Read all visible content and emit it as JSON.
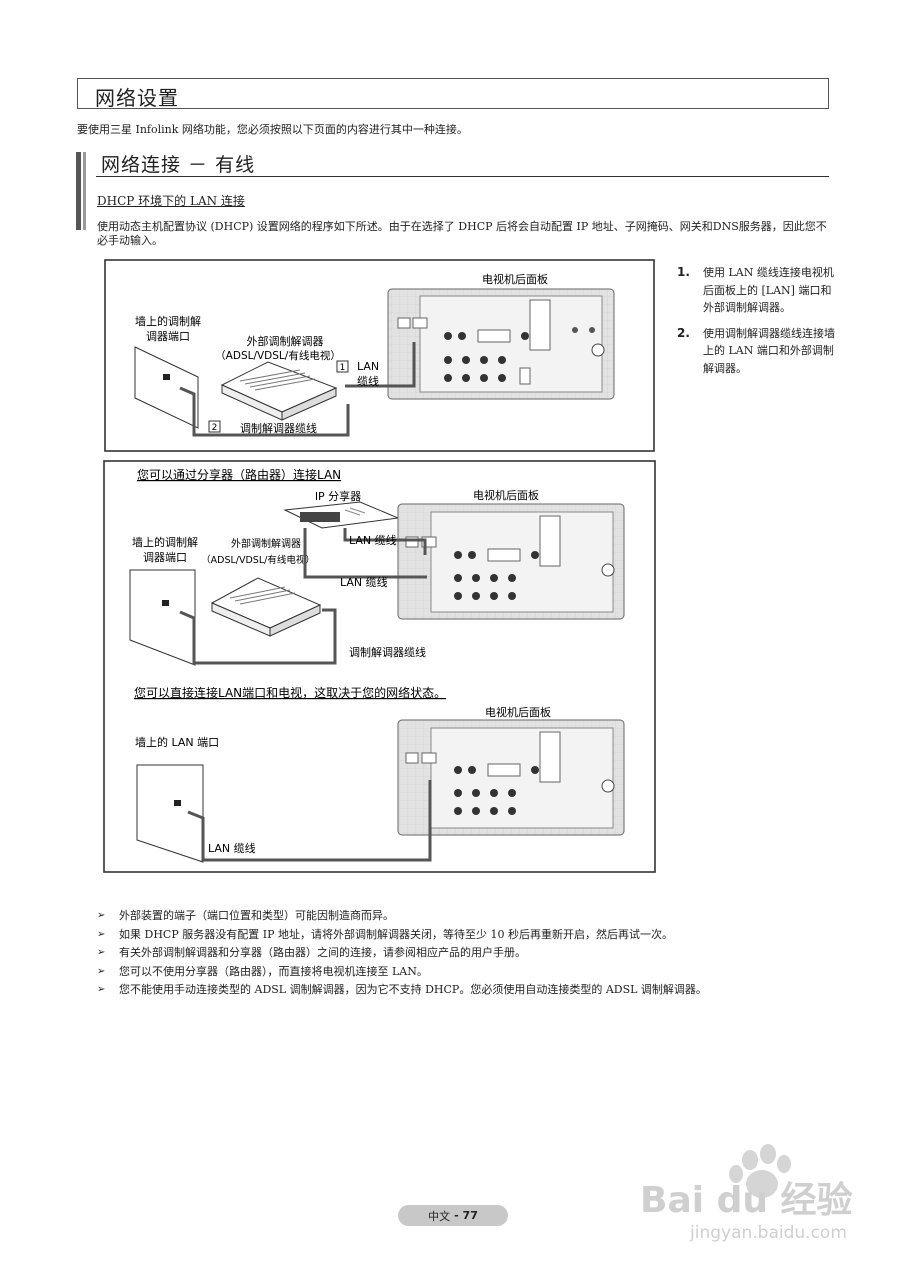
{
  "section": {
    "title": "网络设置"
  },
  "intro": "要使用三星 Infolink 网络功能，您必须按照以下页面的内容进行其中一种连接。",
  "subsection": {
    "title": "网络连接 － 有线",
    "dhcp_title": "DHCP 环境下的 LAN 连接",
    "body": "使用动态主机配置协议 (DHCP) 设置网络的程序如下所述。由于在选择了 DHCP 后将会自动配置 IP 地址、子网掩码、网关和DNS服务器，因此您不必手动输入。"
  },
  "steps": [
    {
      "num": "1.",
      "text": "使用 LAN 缆线连接电视机后面板上的 [LAN] 端口和外部调制解调器。"
    },
    {
      "num": "2.",
      "text": "使用调制解调器缆线连接墙上的 LAN 端口和外部调制解调器。"
    }
  ],
  "diagram1": {
    "tv_panel": "电视机后面板",
    "wall_port_line1": "墙上的调制解",
    "wall_port_line2": "调器端口",
    "modem_line1": "外部调制解调器",
    "modem_line2": "（ADSL/VDSL/有线电视）",
    "badge1": "1",
    "lan_line1": "LAN",
    "lan_line2": "缆线",
    "badge2": "2",
    "modem_cable": "调制解调器缆线"
  },
  "diagram2": {
    "title": "您可以通过分享器（路由器）连接LAN",
    "router": "IP 分享器",
    "tv_panel": "电视机后面板",
    "wall_port_line1": "墙上的调制解",
    "wall_port_line2": "调器端口",
    "modem_line1": "外部调制解调器",
    "modem_line2": "（ADSL/VDSL/有线电视）",
    "lan_cable_a": "LAN 缆线",
    "lan_cable_b": "LAN 缆线",
    "modem_cable": "调制解调器缆线"
  },
  "diagram3": {
    "title": "您可以直接连接LAN端口和电视，这取决于您的网络状态。",
    "tv_panel": "电视机后面板",
    "wall_lan": "墙上的 LAN 端口",
    "lan_cable": "LAN 缆线"
  },
  "notes": [
    "外部装置的端子（端口位置和类型）可能因制造商而异。",
    "如果 DHCP 服务器没有配置 IP 地址，请将外部调制解调器关闭，等待至少 10 秒后再重新开启，然后再试一次。",
    "有关外部调制解调器和分享器（路由器）之间的连接，请参阅相应产品的用户手册。",
    "您可以不使用分享器（路由器），而直接将电视机连接至 LAN。",
    "您不能使用手动连接类型的 ADSL 调制解调器，因为它不支持 DHCP。您必须使用自动连接类型的 ADSL 调制解调器。"
  ],
  "note_arrow": "➢",
  "footer": {
    "lang": "中文",
    "page": "- 77"
  },
  "watermark": {
    "logo": "Bai du 经验",
    "url": "jingyan.baidu.com"
  }
}
